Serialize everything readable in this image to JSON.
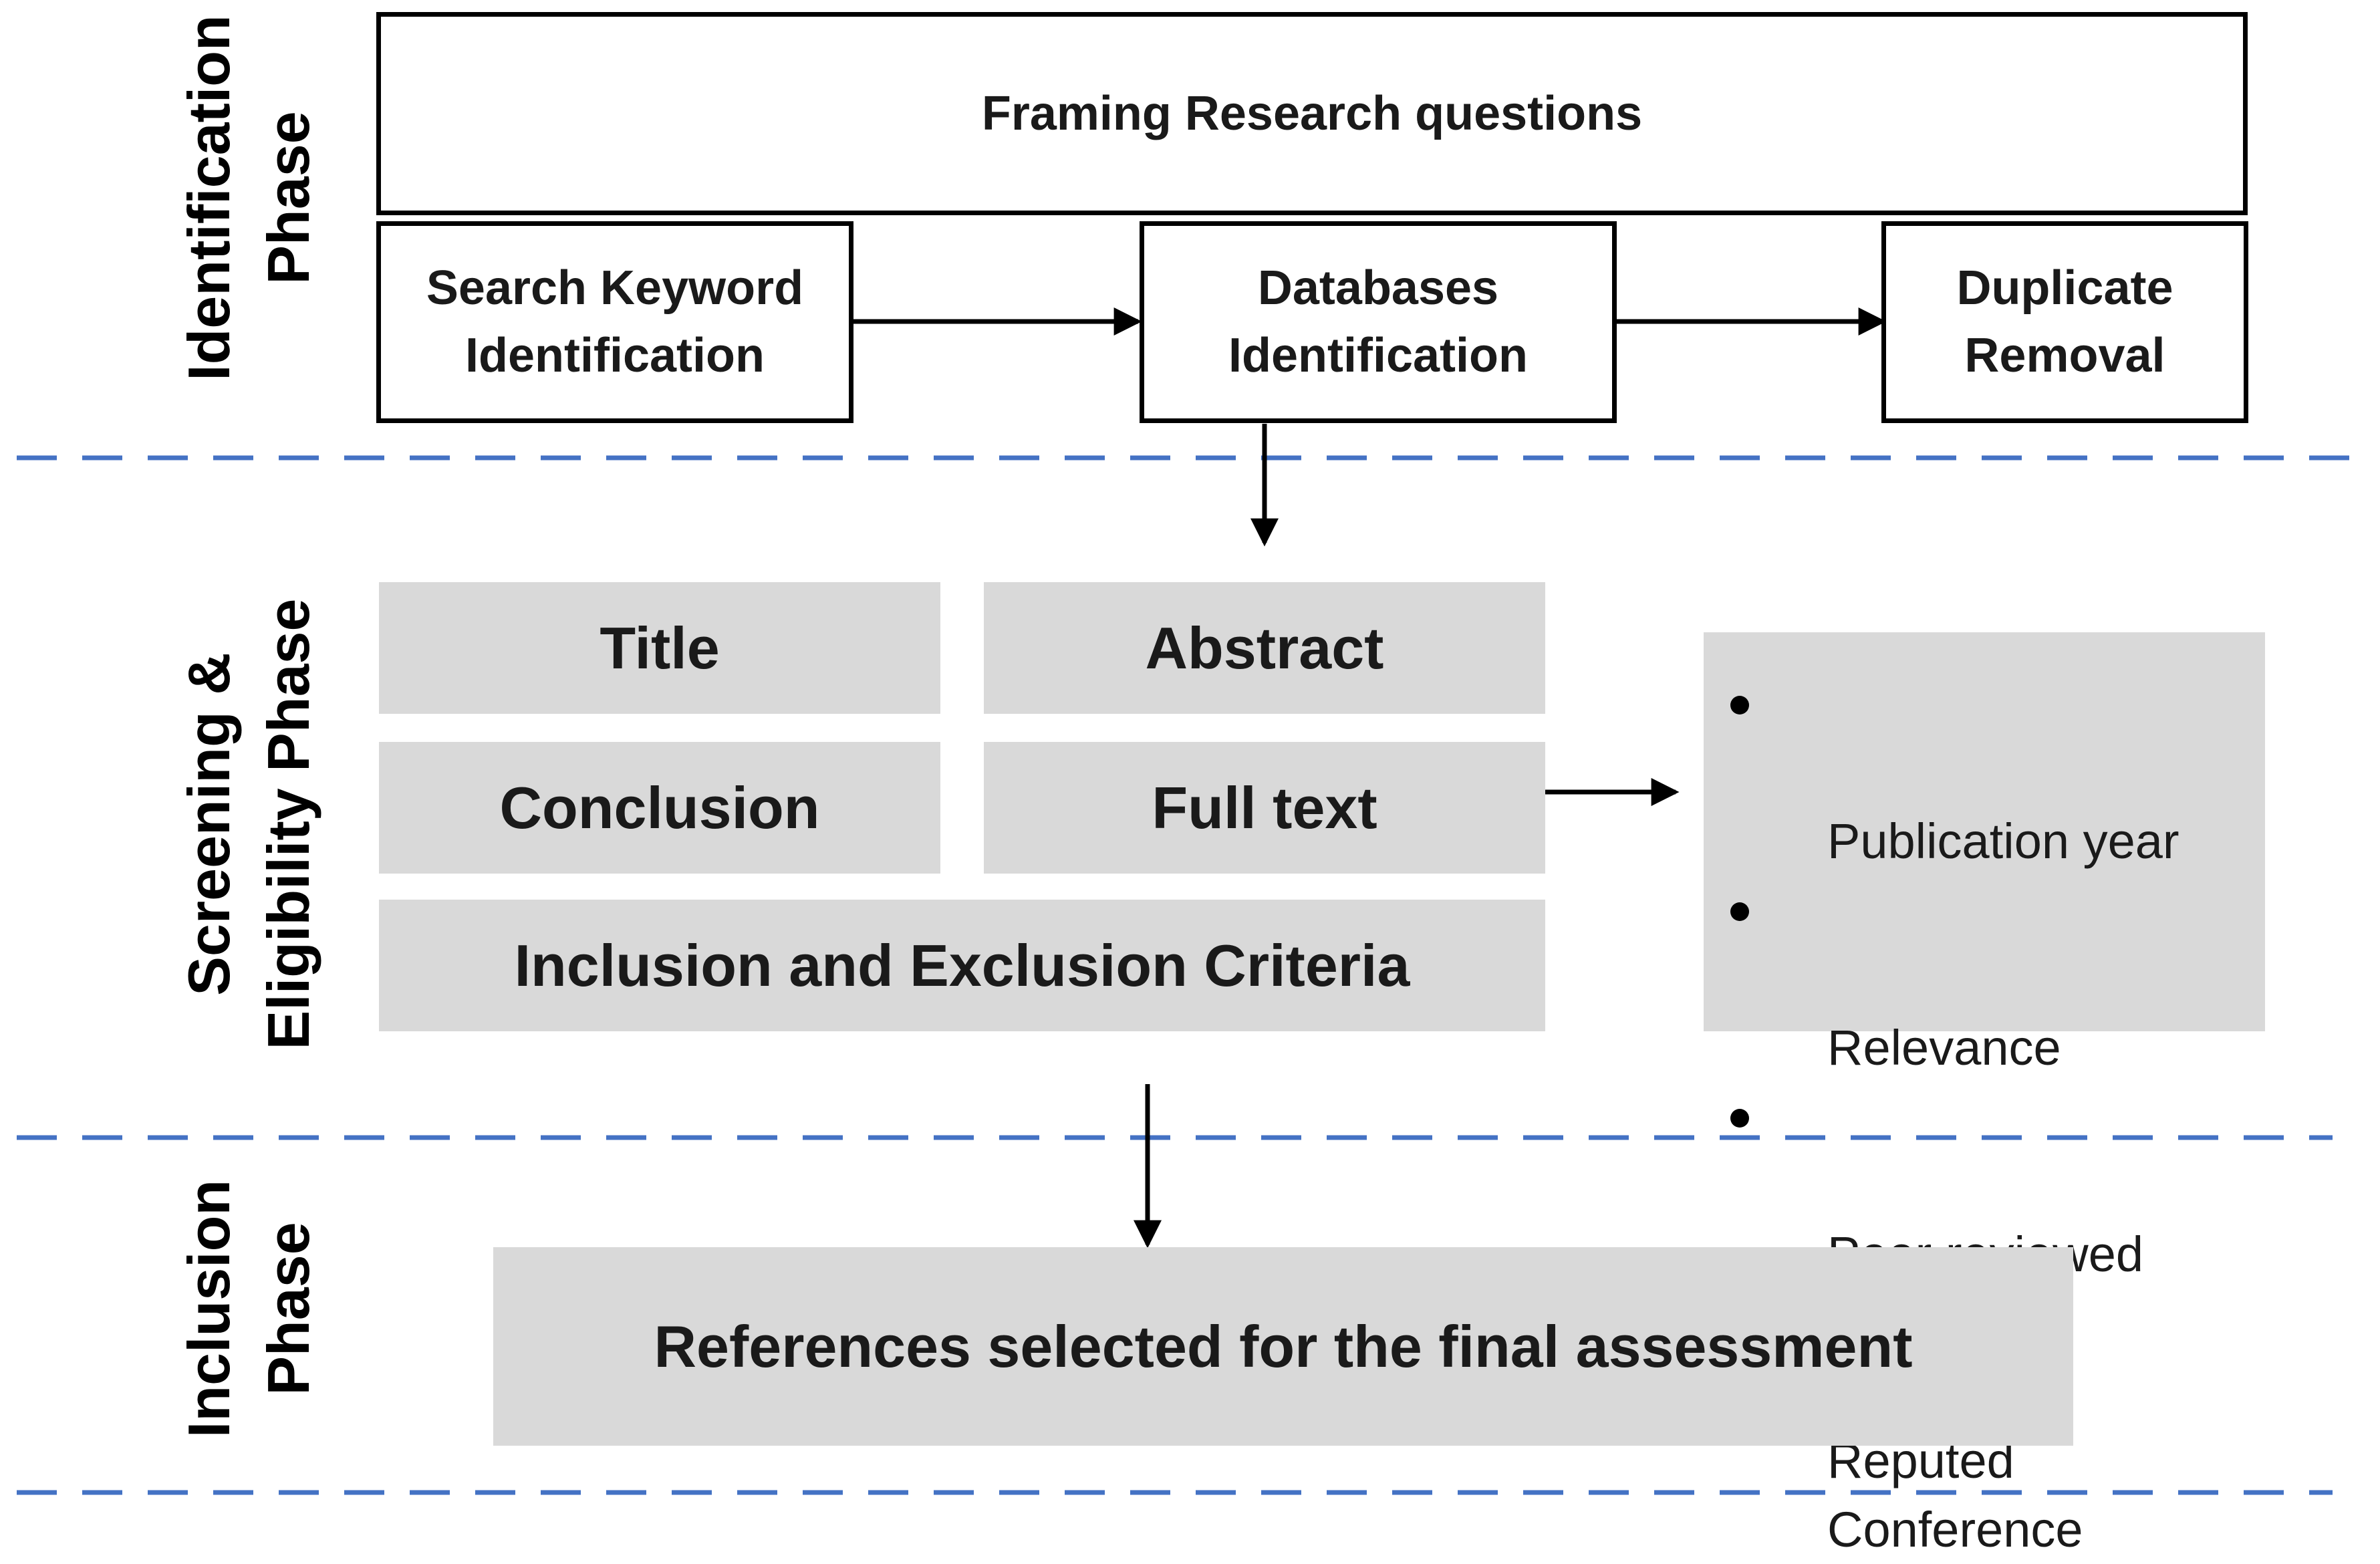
{
  "phases": {
    "identification": "Identification\nPhase",
    "screening": "Screening &\nEligibility Phase",
    "inclusion": "Inclusion\nPhase"
  },
  "identification": {
    "framing": "Framing Research questions",
    "search_keyword": "Search Keyword\nIdentification",
    "databases": "Databases\nIdentification",
    "duplicate": "Duplicate\nRemoval"
  },
  "screening": {
    "title": "Title",
    "abstract": "Abstract",
    "conclusion": "Conclusion",
    "full_text": "Full text",
    "criteria": "Inclusion and Exclusion Criteria"
  },
  "criteria_list": [
    "Publication year",
    "Relevance",
    "Peer reviewed",
    "Reputed\nConference"
  ],
  "inclusion": {
    "references": "References selected for the final assessment"
  },
  "colors": {
    "separator": "#4472c4",
    "grey_fill": "#d9d9d9",
    "outline": "#000000"
  }
}
